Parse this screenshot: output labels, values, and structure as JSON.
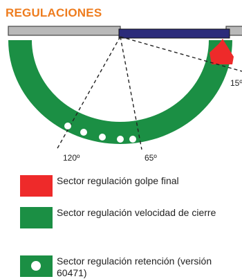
{
  "title": "REGULACIONES",
  "angles": {
    "a120": "120º",
    "a65": "65º",
    "a15": "15º"
  },
  "colors": {
    "title": "#ee7c1e",
    "door": "#2b2b7a",
    "frame": "#b9b9b9",
    "final_stroke": "#ee2a2a",
    "speed": "#1b8f44",
    "retention": "#ffffff"
  },
  "legend": [
    {
      "text": "Sector regulación golpe final",
      "color": "#ee2a2a",
      "dot": false
    },
    {
      "text": "Sector regulación velocidad de cierre",
      "color": "#1b8f44",
      "dot": false
    },
    {
      "text": "Sector regulación retención (versión 60471)",
      "color": "#1b8f44",
      "dot": true
    }
  ]
}
